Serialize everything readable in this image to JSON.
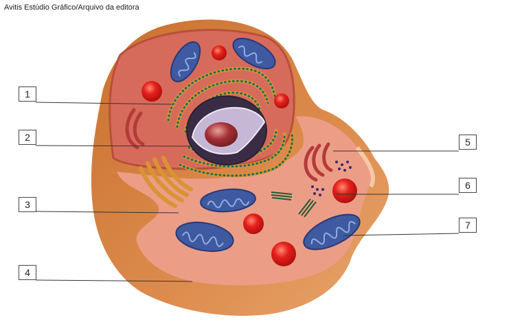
{
  "credit": "Avitis Estúdio Gráfico/Arquivo da editora",
  "labels": [
    "1",
    "2",
    "3",
    "4",
    "5",
    "6",
    "7"
  ],
  "colors": {
    "membrane": "#d9894a",
    "cytoplasm": "#e99a84",
    "inner_cytoplasm": "#d86c5c",
    "mitochondria": "#3f5aa0",
    "lysosome": "#e5211c",
    "nucleolus": "#a53035",
    "golgi": "#d89433",
    "ribosome": "#1e6b5c"
  }
}
